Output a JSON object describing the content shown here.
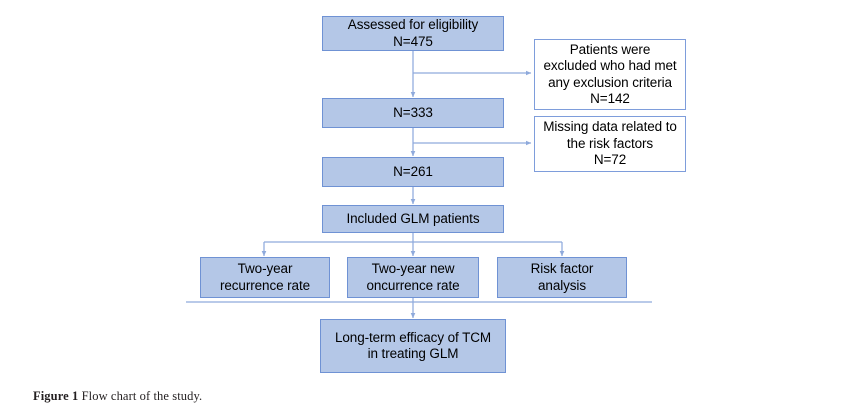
{
  "figure": {
    "caption_label": "Figure 1",
    "caption_text": "Flow chart of the study.",
    "background_color": "#ffffff",
    "box_fill_color": "#b4c7e7",
    "box_border_color": "#6f92d4",
    "connector_color": "#8faadc",
    "text_color": "#000000"
  },
  "chart_data": {
    "type": "diagram",
    "diagram_kind": "flowchart",
    "title": "Flow chart of the study",
    "nodes": [
      {
        "id": "assessed",
        "text": "Assessed for eligibility\nN=475",
        "style": "filled",
        "count": 475
      },
      {
        "id": "excluded-criteria",
        "text": "Patients were\nexcluded who had met\nany exclusion criteria\nN=142",
        "style": "outline",
        "count": 142
      },
      {
        "id": "n333",
        "text": "N=333",
        "style": "filled",
        "count": 333
      },
      {
        "id": "missing-data",
        "text": "Missing data related to\nthe risk factors\nN=72",
        "style": "outline",
        "count": 72
      },
      {
        "id": "n261",
        "text": "N=261",
        "style": "filled",
        "count": 261
      },
      {
        "id": "included",
        "text": "Included GLM patients",
        "style": "filled"
      },
      {
        "id": "recurrence",
        "text": "Two-year\nrecurrence rate",
        "style": "filled"
      },
      {
        "id": "oncurrence",
        "text": "Two-year new\noncurrence rate",
        "style": "filled"
      },
      {
        "id": "risk-factor",
        "text": "Risk factor\nanalysis",
        "style": "filled"
      },
      {
        "id": "outcome",
        "text": "Long-term efficacy of TCM\nin treating GLM",
        "style": "filled"
      }
    ],
    "edges": [
      {
        "from": "assessed",
        "to": "n333",
        "kind": "vertical-arrow"
      },
      {
        "from": "assessed",
        "to": "excluded-criteria",
        "kind": "branch-right-arrow"
      },
      {
        "from": "n333",
        "to": "n261",
        "kind": "vertical-arrow"
      },
      {
        "from": "n333",
        "to": "missing-data",
        "kind": "branch-right-arrow"
      },
      {
        "from": "n261",
        "to": "included",
        "kind": "vertical-arrow"
      },
      {
        "from": "included",
        "to": "recurrence",
        "kind": "split-arrow"
      },
      {
        "from": "included",
        "to": "oncurrence",
        "kind": "split-arrow"
      },
      {
        "from": "included",
        "to": "risk-factor",
        "kind": "split-arrow"
      },
      {
        "from": "included",
        "to": "outcome",
        "kind": "vertical-arrow-through-rule"
      }
    ]
  }
}
